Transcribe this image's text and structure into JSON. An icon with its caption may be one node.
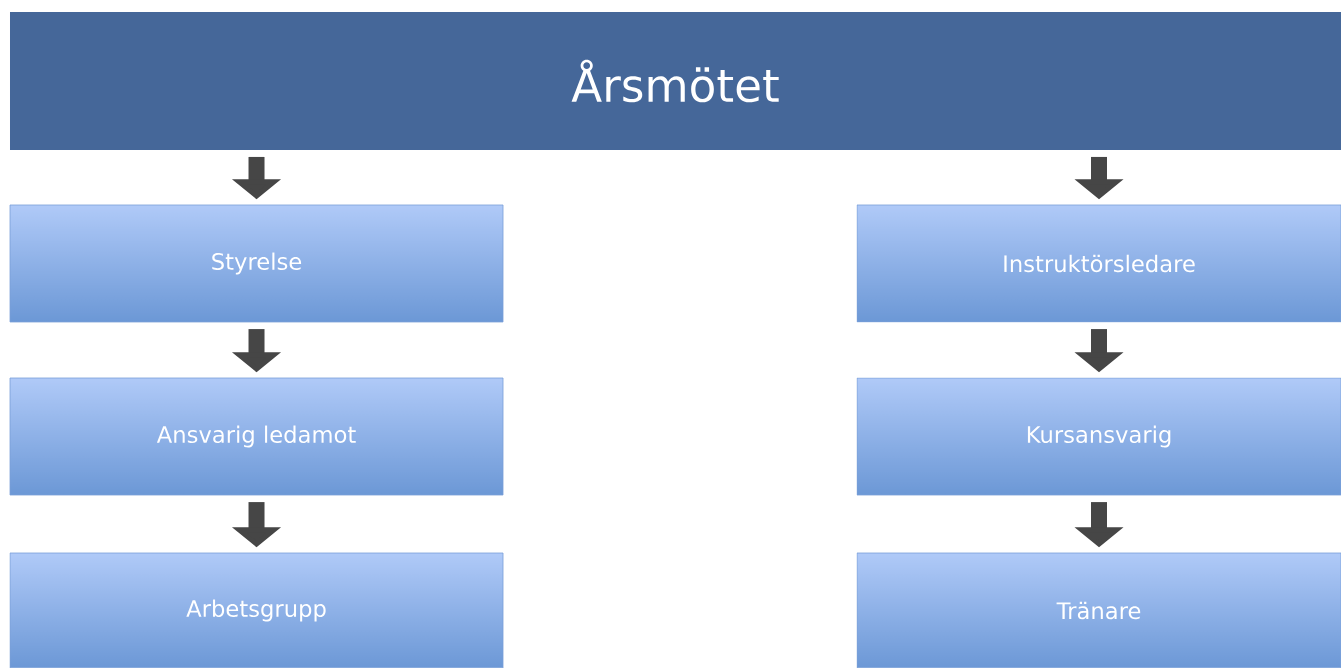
{
  "diagram": {
    "nodes": [
      {
        "text": [
          "Årsmötet"
        ]
      },
      {
        "text": [
          "Styrelse"
        ]
      },
      {
        "text": [
          "Ansvarig ledamot"
        ]
      },
      {
        "text": [
          "Arbetsgrupp"
        ]
      },
      {
        "text": [
          "Instruktörsledare"
        ]
      },
      {
        "text": [
          "Kursansvarig"
        ]
      },
      {
        "text": [
          "Tränare"
        ]
      }
    ],
    "edges": [
      {
        "from": 0,
        "to": 1,
        "arrow": "to"
      },
      {
        "from": 1,
        "to": 2,
        "arrow": "to"
      },
      {
        "from": 2,
        "to": 3,
        "arrow": "to"
      },
      {
        "from": 0,
        "to": 4,
        "arrow": "to"
      },
      {
        "from": 4,
        "to": 5,
        "arrow": "to"
      },
      {
        "from": 5,
        "to": 6,
        "arrow": "to"
      }
    ]
  }
}
